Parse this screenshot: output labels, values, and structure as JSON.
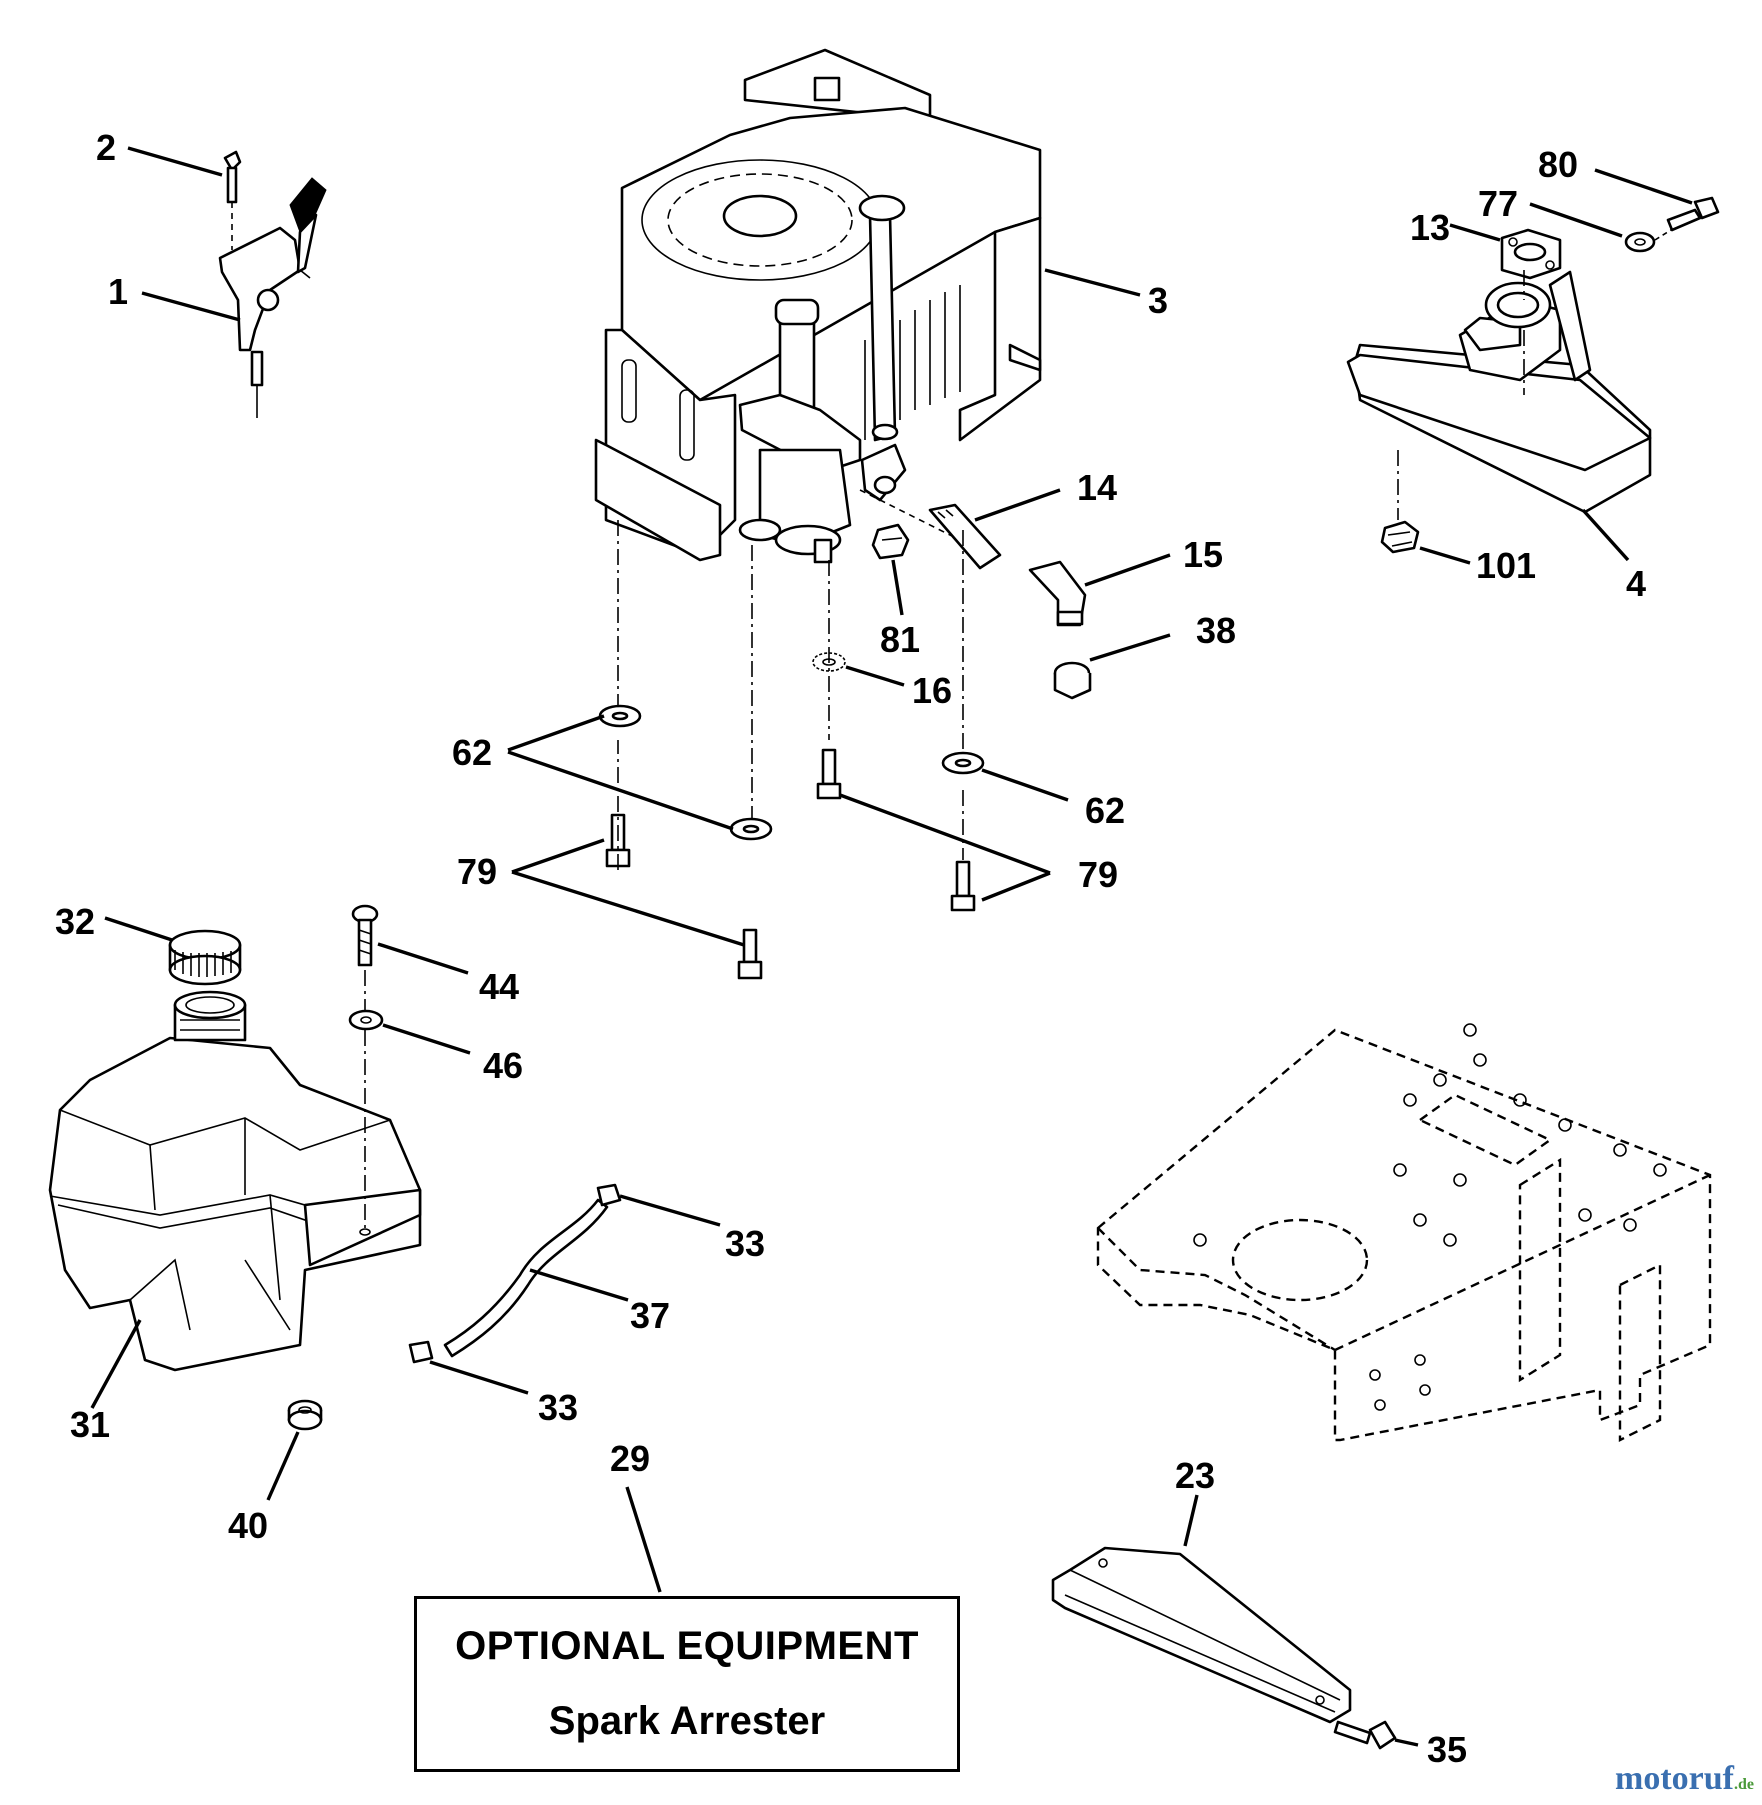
{
  "callouts": {
    "c1": "1",
    "c2": "2",
    "c3": "3",
    "c4": "4",
    "c13": "13",
    "c14": "14",
    "c15": "15",
    "c16": "16",
    "c23": "23",
    "c29": "29",
    "c31": "31",
    "c32": "32",
    "c33a": "33",
    "c33b": "33",
    "c35": "35",
    "c37": "37",
    "c38": "38",
    "c40": "40",
    "c44": "44",
    "c46": "46",
    "c62a": "62",
    "c62b": "62",
    "c77": "77",
    "c79a": "79",
    "c79b": "79",
    "c80": "80",
    "c81": "81",
    "c101": "101"
  },
  "optional_box": {
    "title": "OPTIONAL EQUIPMENT",
    "subtitle": "Spark Arrester"
  },
  "watermark": {
    "name": "motoruf",
    "tld": ".de"
  },
  "colors": {
    "line": "#000000",
    "background": "#ffffff",
    "watermark_blue": "#3a6fb0",
    "watermark_green": "#4b9a3a"
  }
}
